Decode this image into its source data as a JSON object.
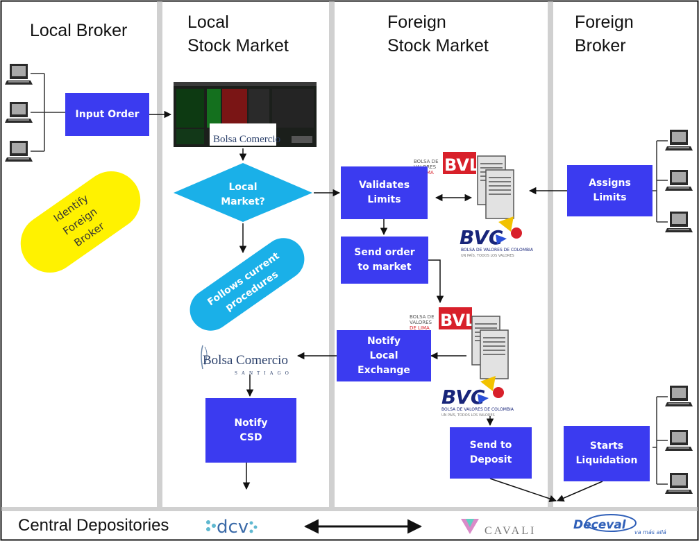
{
  "lanes": {
    "local_broker": "Local Broker",
    "local_market_line1": "Local",
    "local_market_line2": "Stock Market",
    "foreign_market_line1": "Foreign",
    "foreign_market_line2": "Stock Market",
    "foreign_broker_line1": "Foreign",
    "foreign_broker_line2": "Broker"
  },
  "steps": {
    "input_order": "Input Order",
    "identify_line1": "Identify",
    "identify_line2": "Foreign",
    "identify_line3": "Broker",
    "local_market_q_line1": "Local",
    "local_market_q_line2": "Market?",
    "follows_line1": "Follows current",
    "follows_line2": "procedures",
    "validates_line1": "Validates",
    "validates_line2": "Limits",
    "assigns_line1": "Assigns",
    "assigns_line2": "Limits",
    "send_order_line1": "Send order",
    "send_order_line2": "to market",
    "notify_local_line1": "Notify",
    "notify_local_line2": "Local",
    "notify_local_line3": "Exchange",
    "notify_csd_line1": "Notify",
    "notify_csd_line2": "CSD",
    "send_deposit_line1": "Send to",
    "send_deposit_line2": "Deposit",
    "starts_liq_line1": "Starts",
    "starts_liq_line2": "Liquidation"
  },
  "logos": {
    "bolsa_comercio": "Bolsa Comercio",
    "bolsa_comercio_sub": "SANTIAGO",
    "bvl_small_line1": "BOLSA DE",
    "bvl_small_line2": "VALORES",
    "bvl_small_line3": "DE LIMA",
    "bvl": "BVL",
    "bvc": "BVC",
    "bvc_sub": "BOLSA DE VALORES DE COLOMBIA",
    "bvc_tagline": "UN PAÍS, TODOS LOS VALORES",
    "dcv": "dcv",
    "cavali": "CAVALI",
    "deceval": "Deceval",
    "deceval_tagline": "va más allá"
  },
  "bottom": {
    "central_depositories": "Central Depositories"
  },
  "colors": {
    "step_box": "#3b3bf0",
    "decision": "#1ab0e8",
    "identify": "#fff200",
    "lane_divider": "#d0d0d0",
    "bvl_red": "#d8202a",
    "bvc_blue": "#18257a"
  }
}
